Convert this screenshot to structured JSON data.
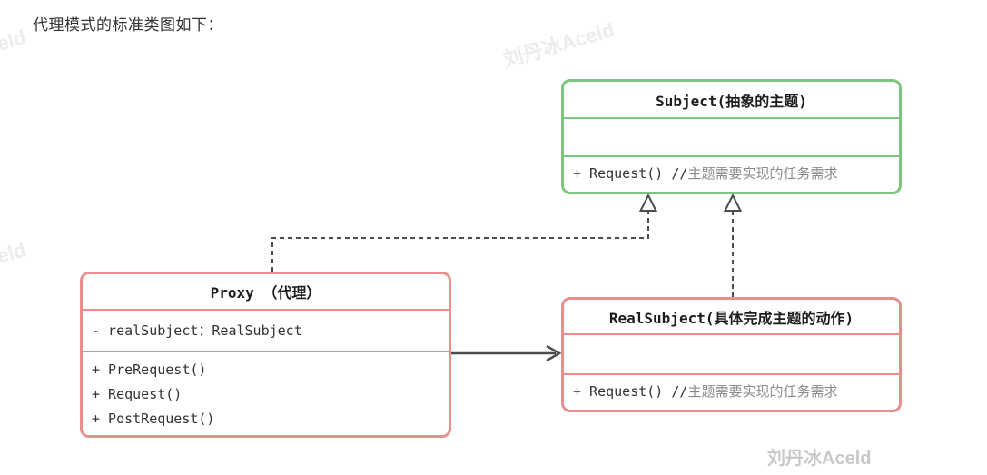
{
  "page": {
    "title": "代理模式的标准类图如下："
  },
  "watermark": {
    "text": "刘丹冰Aceld",
    "faint_color": "#ececec",
    "solid_color": "#c9c9c9"
  },
  "colors": {
    "subject_border": "#7cc67e",
    "proxy_border": "#e98d8d",
    "realsubject_border": "#e98d8d",
    "connector": "#4d4d4d",
    "code_text": "#333333",
    "comment_text": "#8a8a8a"
  },
  "diagram": {
    "classes": [
      {
        "id": "subject",
        "title": "Subject(抽象的主题)",
        "attributes": [],
        "methods": [
          {
            "code": "+ Request() //",
            "comment": "主题需要实现的任务需求"
          }
        ]
      },
      {
        "id": "proxy",
        "title": "Proxy （代理）",
        "attributes": [
          {
            "code": "- realSubject：RealSubject",
            "comment": ""
          }
        ],
        "methods": [
          {
            "code": "+ PreRequest()",
            "comment": ""
          },
          {
            "code": "+ Request()",
            "comment": ""
          },
          {
            "code": "+ PostRequest()",
            "comment": ""
          }
        ]
      },
      {
        "id": "realsubject",
        "title": "RealSubject(具体完成主题的动作)",
        "attributes": [],
        "methods": [
          {
            "code": "+ Request() //",
            "comment": "主题需要实现的任务需求"
          }
        ]
      }
    ],
    "relations": [
      {
        "from": "Proxy",
        "to": "Subject",
        "type": "realization",
        "style": "dashed-hollow-triangle"
      },
      {
        "from": "RealSubject",
        "to": "Subject",
        "type": "realization",
        "style": "dashed-hollow-triangle"
      },
      {
        "from": "Proxy",
        "to": "RealSubject",
        "type": "association",
        "style": "solid-open-arrow"
      }
    ]
  }
}
